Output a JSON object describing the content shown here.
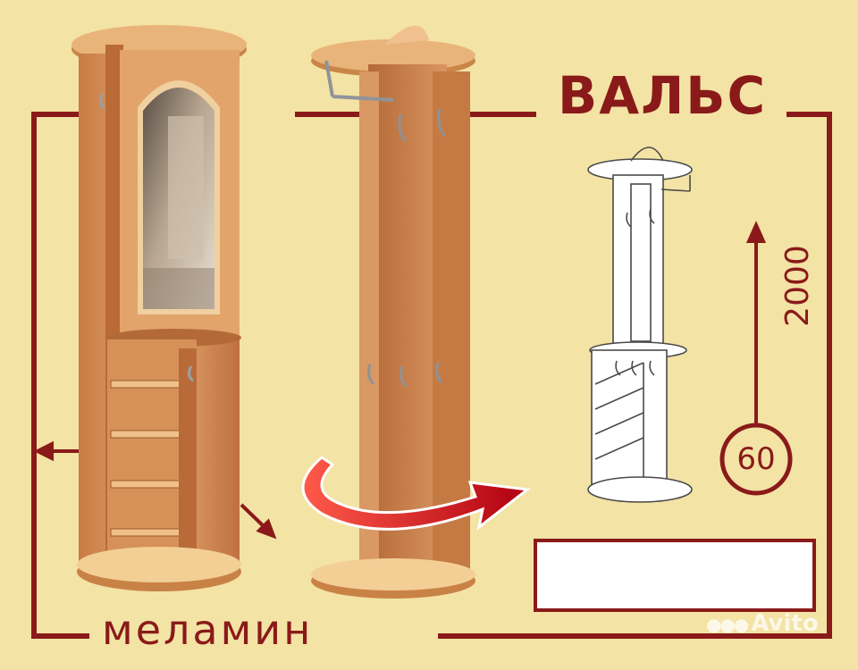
{
  "title": "ВАЛЬС",
  "material": "меламин",
  "dimensions": {
    "height": "2000",
    "depth": "60"
  },
  "watermark": "Avito",
  "colors": {
    "background": "#f3e3a5",
    "frame": "#8a1a1a",
    "wood": "#d89a62",
    "arrow": "#d8141c"
  }
}
